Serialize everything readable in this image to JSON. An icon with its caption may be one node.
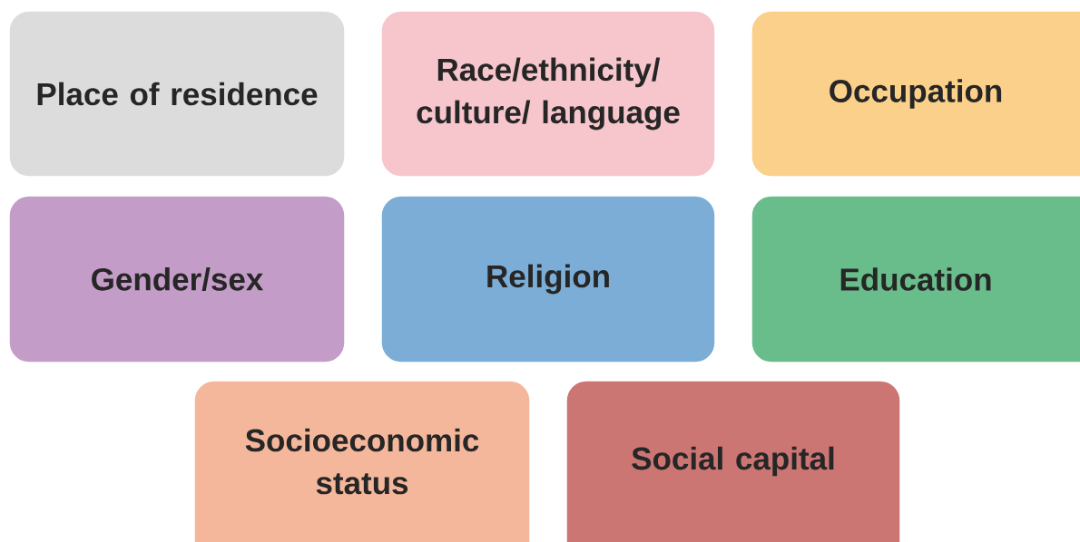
{
  "diagram": {
    "nodes": [
      {
        "text": [
          "Place of residence"
        ]
      },
      {
        "text": [
          "Race/ethnicity/ culture/ language"
        ]
      },
      {
        "text": [
          "Occupation"
        ]
      },
      {
        "text": [
          "Gender/sex"
        ]
      },
      {
        "text": [
          "Religion"
        ]
      },
      {
        "text": [
          "Education"
        ]
      },
      {
        "text": [
          "Socioeconomic status"
        ]
      },
      {
        "text": [
          "Social capital"
        ]
      }
    ]
  }
}
